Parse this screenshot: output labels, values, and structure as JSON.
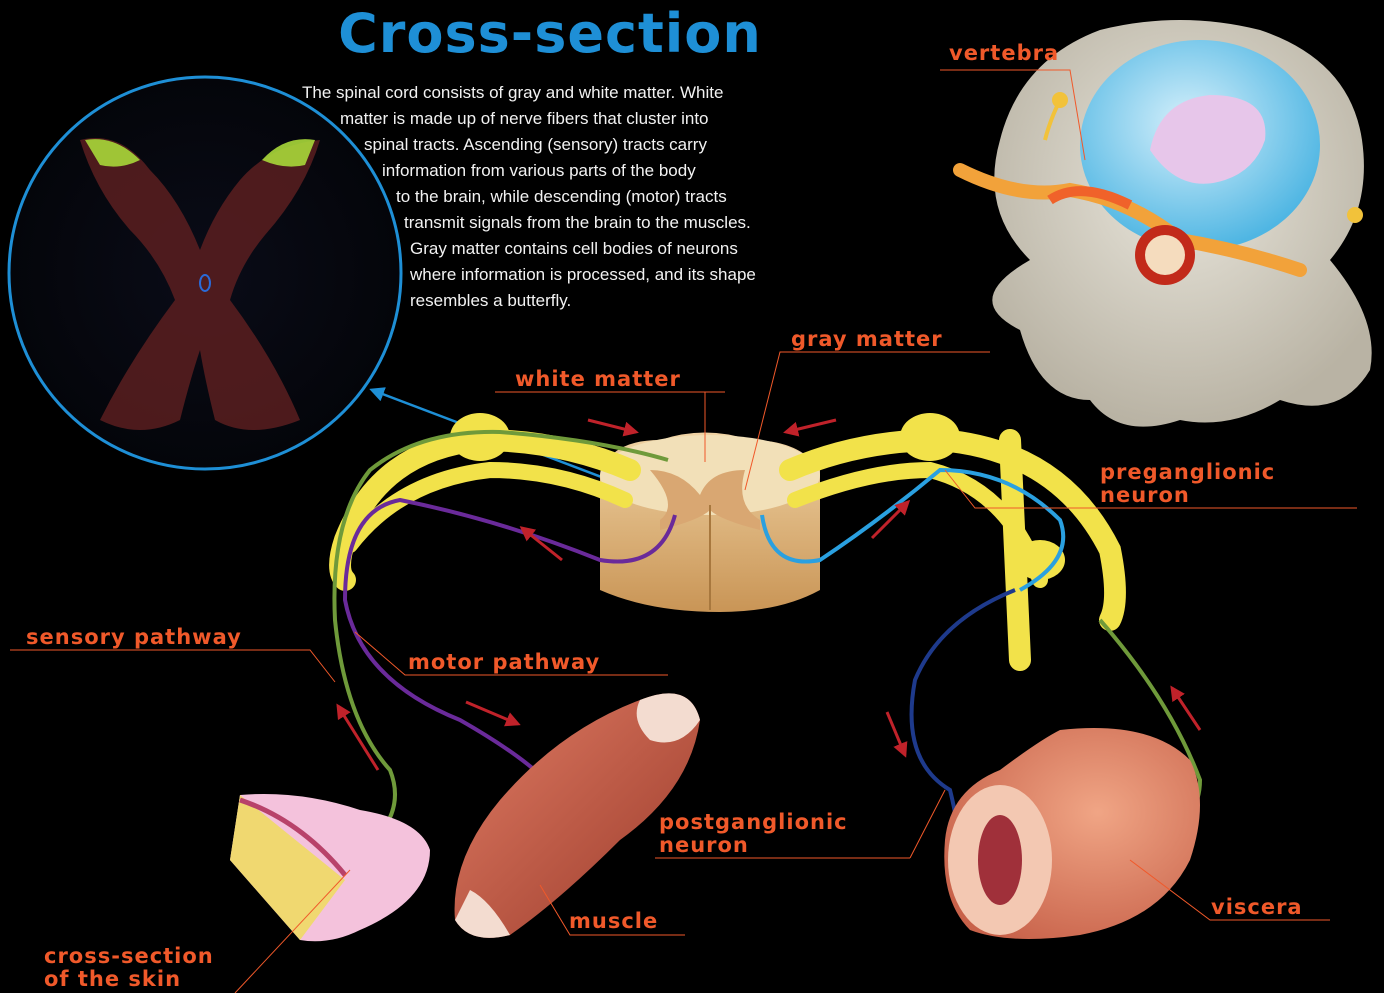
{
  "title": "Cross-section",
  "description_lines": [
    "The spinal cord consists of gray and white matter. White",
    "matter is made up of nerve fibers that cluster into",
    "spinal tracts. Ascending (sensory) tracts carry",
    "information from various parts of the body",
    "to the brain, while descending (motor) tracts",
    "transmit signals from the brain to the muscles.",
    "Gray matter contains cell bodies of neurons",
    "where information is processed, and its shape",
    "resembles a butterfly."
  ],
  "labels": {
    "vertebra": "vertebra",
    "gray_matter": "gray matter",
    "white_matter": "white matter",
    "preganglionic_1": "preganglionic",
    "preganglionic_2": "neuron",
    "sensory_pathway": "sensory pathway",
    "motor_pathway": "motor pathway",
    "postganglionic_1": "postganglionic",
    "postganglionic_2": "neuron",
    "muscle": "muscle",
    "viscera": "viscera",
    "skin_1": "cross-section",
    "skin_2": "of the skin"
  },
  "colors": {
    "title": "#1e8fd6",
    "label": "#f0592a",
    "leader_line": "#f0592a",
    "background": "#000000",
    "nerve": "#f2e24a",
    "sensory_fiber": "#6f9a3a",
    "motor_fiber": "#6a2a9a",
    "preganglionic_fiber": "#2aa0e0",
    "postganglionic_fiber": "#1e3a8c",
    "spinal_cord": "#e8c79a",
    "microscope_ring": "#1e8fd6"
  }
}
